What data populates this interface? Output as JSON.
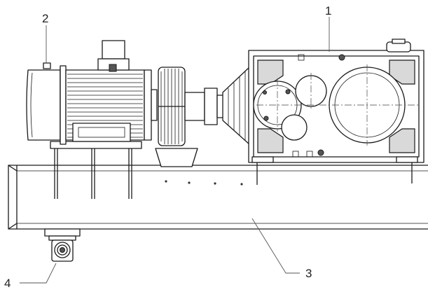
{
  "callouts": {
    "gearbox": "1",
    "motor": "2",
    "base_frame": "3",
    "pivot": "4"
  }
}
